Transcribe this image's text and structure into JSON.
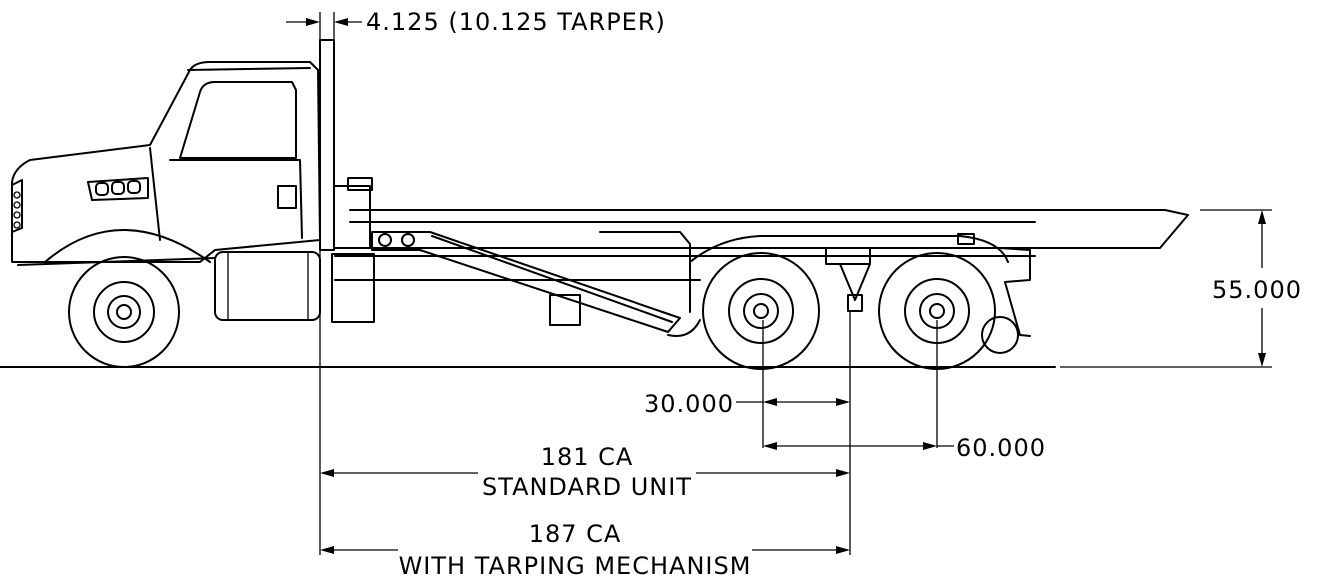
{
  "dimensions": {
    "cab_offset": "4.125 (10.125 TARPER)",
    "frame_height": "55.000",
    "axle_offset": "30.000",
    "axle_spread": "60.000",
    "ca_standard_value": "181 CA",
    "ca_standard_label": "STANDARD UNIT",
    "ca_tarp_value": "187 CA",
    "ca_tarp_label": "WITH TARPING MECHANISM"
  }
}
